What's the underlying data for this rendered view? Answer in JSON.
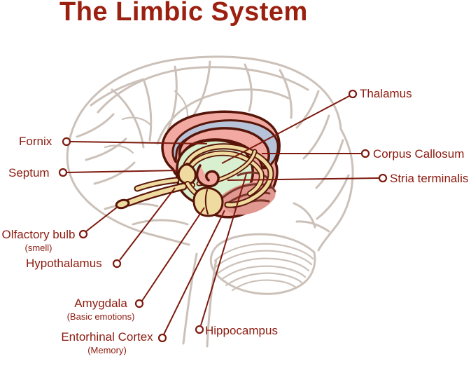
{
  "title": "The Limbic System",
  "labels": [
    {
      "id": "fornix",
      "text": "Fornix"
    },
    {
      "id": "septum",
      "text": "Septum"
    },
    {
      "id": "olfactory-bulb",
      "text": "Olfactory bulb",
      "subtext": "(smell)"
    },
    {
      "id": "hypothalamus",
      "text": "Hypothalamus"
    },
    {
      "id": "amygdala",
      "text": "Amygdala",
      "subtext": "(Basic emotions)"
    },
    {
      "id": "entorhinal-cortex",
      "text": "Entorhinal Cortex",
      "subtext": "(Memory)"
    },
    {
      "id": "hippocampus",
      "text": "Hippocampus"
    },
    {
      "id": "thalamus",
      "text": "Thalamus"
    },
    {
      "id": "corpus-callosum",
      "text": "Corpus Callosum"
    },
    {
      "id": "stria-terminalis",
      "text": "Stria terminalis"
    }
  ],
  "colors": {
    "title-red": "#9C2010",
    "label-red": "#8C1C10",
    "leader-red": "#7D1A0E",
    "outline-dark": "#571509",
    "cingulate-pink": "#F2A9A1",
    "bulge-pink": "#E09890",
    "hippocampus-maroon": "#7B372B",
    "callosum-blue": "#B7C3D8",
    "thalamus-green": "#D8F0CF",
    "fornix-yellow": "#EFDA9F",
    "brain-gray": "#CCC1B9"
  }
}
